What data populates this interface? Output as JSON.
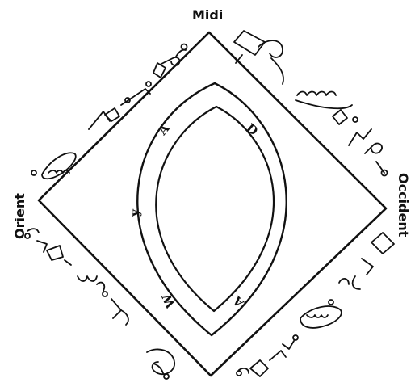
{
  "directions": {
    "top": "Midi",
    "left": "Orient",
    "right": "Occident"
  },
  "inner_letters": [
    "A",
    "D",
    "y",
    "A",
    "W"
  ],
  "ink_color": "#111111",
  "background": "#ffffff"
}
